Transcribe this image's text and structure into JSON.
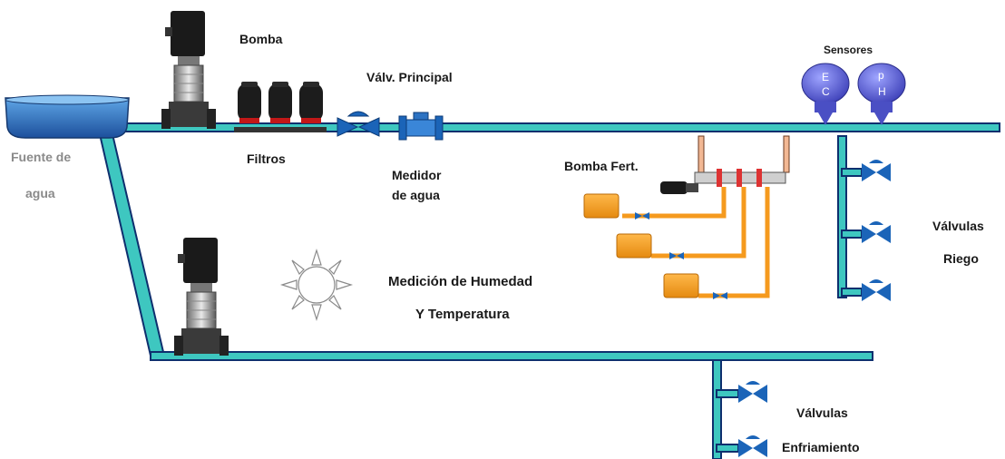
{
  "labels": {
    "source_line1": "Fuente de",
    "source_line2": "agua",
    "pump": "Bomba",
    "filters": "Filtros",
    "main_valve": "Válv. Principal",
    "meter_line1": "Medidor",
    "meter_line2": "de agua",
    "fert_pump": "Bomba Fert.",
    "sensors": "Sensores",
    "sensor_ec_e": "E",
    "sensor_ec_c": "C",
    "sensor_ph_p": "p",
    "sensor_ph_h": "H",
    "irrigation_valves_line1": "Válvulas",
    "irrigation_valves_line2": "Riego",
    "humidity_line1": "Medición de Humedad",
    "humidity_line2": "Y Temperatura",
    "cooling_valves_line1": "Válvulas",
    "cooling_valves_line2": "Enfriamiento"
  },
  "colors": {
    "pipe_fill": "#3ec7c0",
    "pipe_edge": "#0e2f6e",
    "tank_fill": "#2f78c4",
    "valve_blue": "#1b64b8",
    "fert_orange": "#f59a1e",
    "sensor_purple": "#5a5ed0"
  }
}
